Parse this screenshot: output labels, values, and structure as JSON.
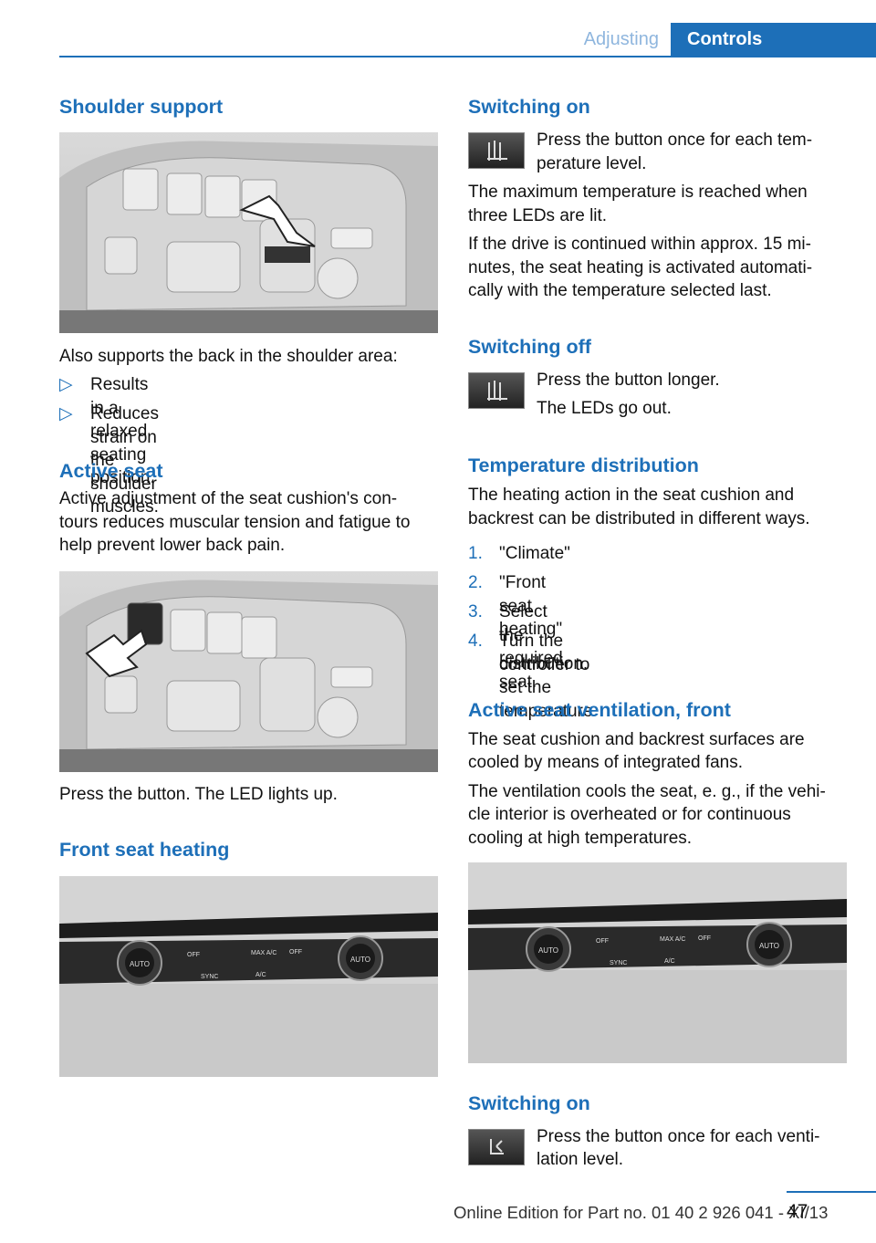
{
  "header": {
    "section": "Adjusting",
    "chapter": "Controls"
  },
  "left": {
    "shoulder_title": "Shoulder support",
    "shoulder_text": "Also supports the back in the shoulder area:",
    "shoulder_bullets": [
      "Results in a relaxed seating position.",
      "Reduces strain on the shoulder muscles."
    ],
    "bullet_marker": "▷",
    "active_title": "Active seat",
    "active_text": [
      "Active adjustment of the seat cushion's con-",
      "tours reduces muscular tension and fatigue to",
      "help prevent lower back pain."
    ],
    "active_press": "Press the button. The LED lights up.",
    "heating_title": "Front seat heating"
  },
  "right": {
    "on_title": "Switching on",
    "on_text": [
      "Press the button once for each tem-",
      "perature level."
    ],
    "max_text": [
      "The maximum temperature is reached when",
      "three LEDs are lit."
    ],
    "drive_text": [
      "If the drive is continued within approx. 15 mi-",
      "nutes, the seat heating is activated automati-",
      "cally with the temperature selected last."
    ],
    "off_title": "Switching off",
    "off_text1": "Press the button longer.",
    "off_text2": "The LEDs go out.",
    "dist_title": "Temperature distribution",
    "dist_text": [
      "The heating action in the seat cushion and",
      "backrest can be distributed in different ways."
    ],
    "steps": [
      {
        "num": "1.",
        "text": "\"Climate\""
      },
      {
        "num": "2.",
        "text": "\"Front seat heating\""
      },
      {
        "num": "3.",
        "text": "Select the required seat."
      },
      {
        "num": "4.",
        "text": "Turn the controller to set the temperature"
      }
    ],
    "step4_cont": "distribution.",
    "vent_title": "Active seat ventilation, front",
    "vent_text1": [
      "The seat cushion and backrest surfaces are",
      "cooled by means of integrated fans."
    ],
    "vent_text2": [
      "The ventilation cools the seat, e. g., if the vehi-",
      "cle interior is overheated or for continuous",
      "cooling at high temperatures."
    ],
    "vent_on_title": "Switching on",
    "vent_on_text": [
      "Press the button once for each venti-",
      "lation level."
    ]
  },
  "panel_labels": {
    "auto": "AUTO",
    "off": "OFF",
    "maxac": "MAX A/C",
    "sync": "SYNC",
    "ac": "A/C"
  },
  "footer": {
    "edition": "Online Edition for Part no. 01 40 2 926 041 - XI/13",
    "page": "47"
  }
}
